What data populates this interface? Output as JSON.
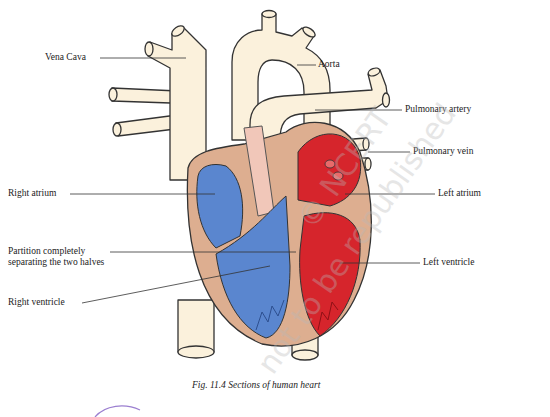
{
  "diagram": {
    "caption": "Fig. 11.4 Sections of human heart",
    "labels": [
      "Vena Cava",
      "Aorta",
      "Pulmonary artery",
      "Pulmonary vein",
      "Right atrium",
      "Left atrium",
      "Partition completely separating the two halves",
      "Left ventricle",
      "Right ventricle",
      "© NCERT",
      "not to be republished"
    ]
  }
}
